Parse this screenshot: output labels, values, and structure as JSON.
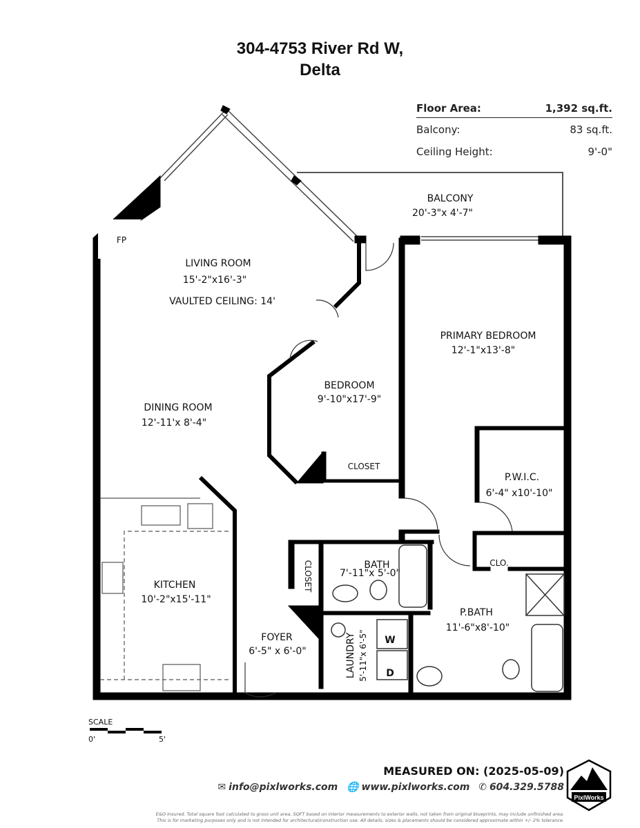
{
  "title": {
    "line1": "304-4753 River Rd W,",
    "line2": "Delta"
  },
  "stats": [
    {
      "label": "Floor Area:",
      "value": "1,392 sq.ft."
    },
    {
      "label": "Balcony:",
      "value": "83 sq.ft."
    },
    {
      "label": "Ceiling Height:",
      "value": "9'-0\""
    }
  ],
  "rooms": {
    "balcony": {
      "name": "BALCONY",
      "dims": "20'-3\"x 4'-7\""
    },
    "living": {
      "name": "LIVING ROOM",
      "dims": "15'-2\"x16'-3\"",
      "note": "VAULTED CEILING: 14'"
    },
    "fp": "FP",
    "primary": {
      "name": "PRIMARY BEDROOM",
      "dims": "12'-1\"x13'-8\""
    },
    "bedroom": {
      "name": "BEDROOM",
      "dims": "9'-10\"x17'-9\""
    },
    "dining": {
      "name": "DINING ROOM",
      "dims": "12'-11'x 8'-4\""
    },
    "closet": "CLOSET",
    "pwic": {
      "name": "P.W.I.C.",
      "dims": "6'-4\" x10'-10\""
    },
    "bath": {
      "name": "BATH",
      "dims": "7'-11\"x 5'-0\""
    },
    "closet2": "CLOSET",
    "clo": "CLO.",
    "kitchen": {
      "name": "KITCHEN",
      "dims": "10'-2\"x15'-11\""
    },
    "pbath": {
      "name": "P.BATH",
      "dims": "11'-6\"x8'-10\""
    },
    "laundry": {
      "name": "LAUNDRY",
      "dims": "5'-11\"x 6'-5\""
    },
    "washer": "W",
    "dryer": "D",
    "foyer": {
      "name": "FOYER",
      "dims": "6'-5\" x 6'-0\""
    }
  },
  "scale": {
    "label": "SCALE",
    "min": "0'",
    "max": "5'"
  },
  "footer": {
    "measured": "MEASURED ON: (2025-05-09)",
    "email": "info@pixlworks.com",
    "web": "www.pixlworks.com",
    "phone": "604.329.5788",
    "disclaimer1": "E&O Insured. Total square foot calculated to gross unit area. SQFT based on interior measurements to exterior walls, not taken from original blueprints, may include unfinished area.",
    "disclaimer2": "This is for marketing purposes only and is not intended for architectural/construction use.  All details, sizes & placements should be considered approximate within +/- 2%  tolerance.",
    "logo": "PixlWorks"
  }
}
